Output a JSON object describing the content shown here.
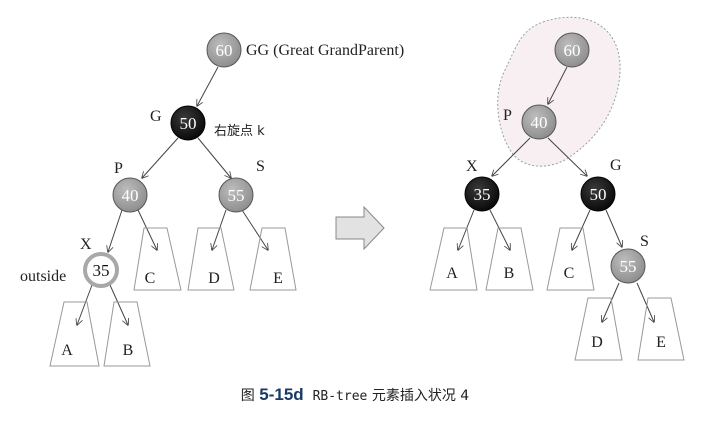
{
  "left": {
    "gg_label": "GG (Great GrandParent)",
    "gg_value": "60",
    "g_label": "G",
    "g_value": "50",
    "rotate_label": "右旋点 k",
    "p_label": "P",
    "p_value": "40",
    "s_label": "S",
    "s_value": "55",
    "x_label": "X",
    "x_value": "35",
    "outside_label": "outside",
    "subtrees": [
      "A",
      "B",
      "C",
      "D",
      "E"
    ]
  },
  "right": {
    "top_value": "60",
    "p_label": "P",
    "p_value": "40",
    "x_label": "X",
    "x_value": "35",
    "g_label": "G",
    "g_value": "50",
    "s_label": "S",
    "s_value": "55",
    "subtrees": [
      "A",
      "B",
      "C",
      "D",
      "E"
    ]
  },
  "caption": {
    "prefix": "图",
    "number": "5-15d",
    "code": "RB-tree",
    "text": "元素插入状况 4"
  },
  "colors": {
    "red_node": "#9a9a9a",
    "black_node": "#1a1a1a",
    "highlight_fill": "#f6eef0",
    "highlight_stroke": "#8aa08a"
  }
}
